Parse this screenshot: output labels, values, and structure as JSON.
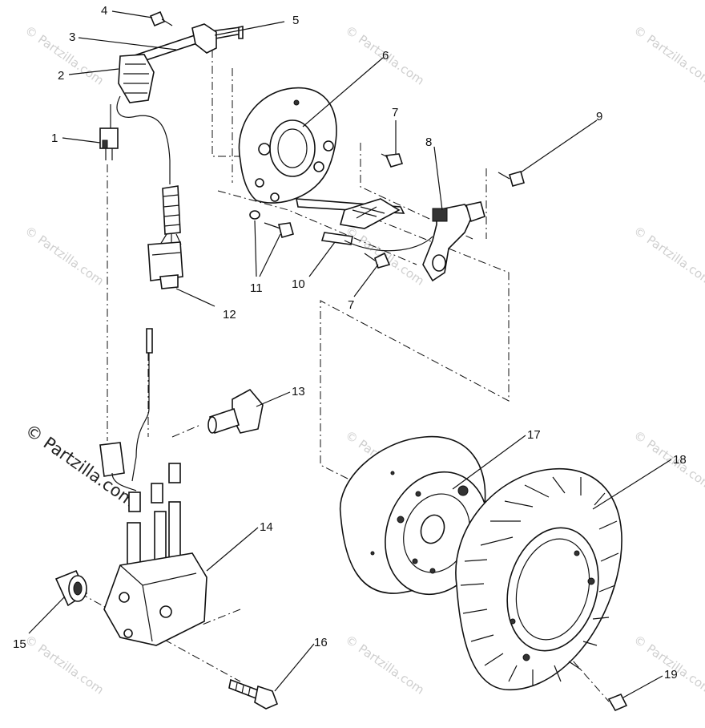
{
  "watermarks": {
    "text": "© Partzilla.com",
    "main": "© Partzilla.com"
  },
  "callouts": [
    {
      "id": "1",
      "text": "1"
    },
    {
      "id": "2",
      "text": "2"
    },
    {
      "id": "3",
      "text": "3"
    },
    {
      "id": "4",
      "text": "4"
    },
    {
      "id": "5",
      "text": "5"
    },
    {
      "id": "6",
      "text": "6"
    },
    {
      "id": "7a",
      "text": "7"
    },
    {
      "id": "7b",
      "text": "7"
    },
    {
      "id": "8",
      "text": "8"
    },
    {
      "id": "9",
      "text": "9"
    },
    {
      "id": "10",
      "text": "10"
    },
    {
      "id": "11",
      "text": "11"
    },
    {
      "id": "12",
      "text": "12"
    },
    {
      "id": "13",
      "text": "13"
    },
    {
      "id": "14",
      "text": "14"
    },
    {
      "id": "15",
      "text": "15"
    },
    {
      "id": "16",
      "text": "16"
    },
    {
      "id": "17",
      "text": "17"
    },
    {
      "id": "18",
      "text": "18"
    },
    {
      "id": "19",
      "text": "19"
    }
  ]
}
